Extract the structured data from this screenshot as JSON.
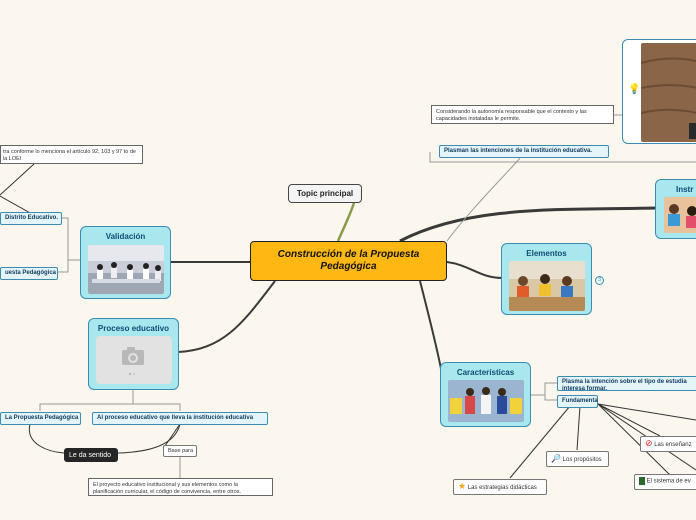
{
  "map": {
    "central": "Construcción de la Propuesta Pedagógica",
    "topic_principal": "Topic principal",
    "validacion": {
      "title": "Validación",
      "left_fragment_1": "Distrito Educativo.",
      "left_fragment_2": "uesta Pedagógica",
      "top_note": "tra conforme lo menciona el artículo 92, 103 y 97 to de la LOEI"
    },
    "proceso": {
      "title": "Proceso educativo",
      "sub_left": "La Propuesta Pedagógica",
      "sub_right": "Al proceso educativo que lleva la institución educativa",
      "le_da_sentido": "Le da sentido",
      "base_para": "Base para",
      "note": "El proyecto educativo institucional y sus elementos como la planificación curricular, el código de convivencia, entre otros."
    },
    "elementos": {
      "title": "Elementos",
      "count": "3"
    },
    "instr": {
      "title": "Instr"
    },
    "top_right": {
      "note": "Considerando la autonomía responsable que el contexto y las capacidades instaladas le permite.",
      "sub": "Plasman las intenciones de la institución educativa."
    },
    "caracteristicas": {
      "title": "Características",
      "sub_1": "Plasma la intención sobre el tipo de estudia interesa formar.",
      "sub_2": "Fundamenta",
      "leaf_propositos": "Los propósitos",
      "leaf_estrategias": "Las estrategias didácticas",
      "leaf_ensenanzas": "Las enseñanz",
      "leaf_sistema": "El sistema de ev"
    }
  },
  "colors": {
    "background": "#fbf7ef",
    "central_fill": "#ffb811",
    "card_fill": "#a9e7ee",
    "card_border": "#3c8bb0",
    "branch": "#3a3a3a"
  },
  "icons": [
    "camera-icon",
    "lightbulb-icon",
    "star-icon",
    "magnifier-icon",
    "no-entry-icon",
    "book-icon"
  ]
}
